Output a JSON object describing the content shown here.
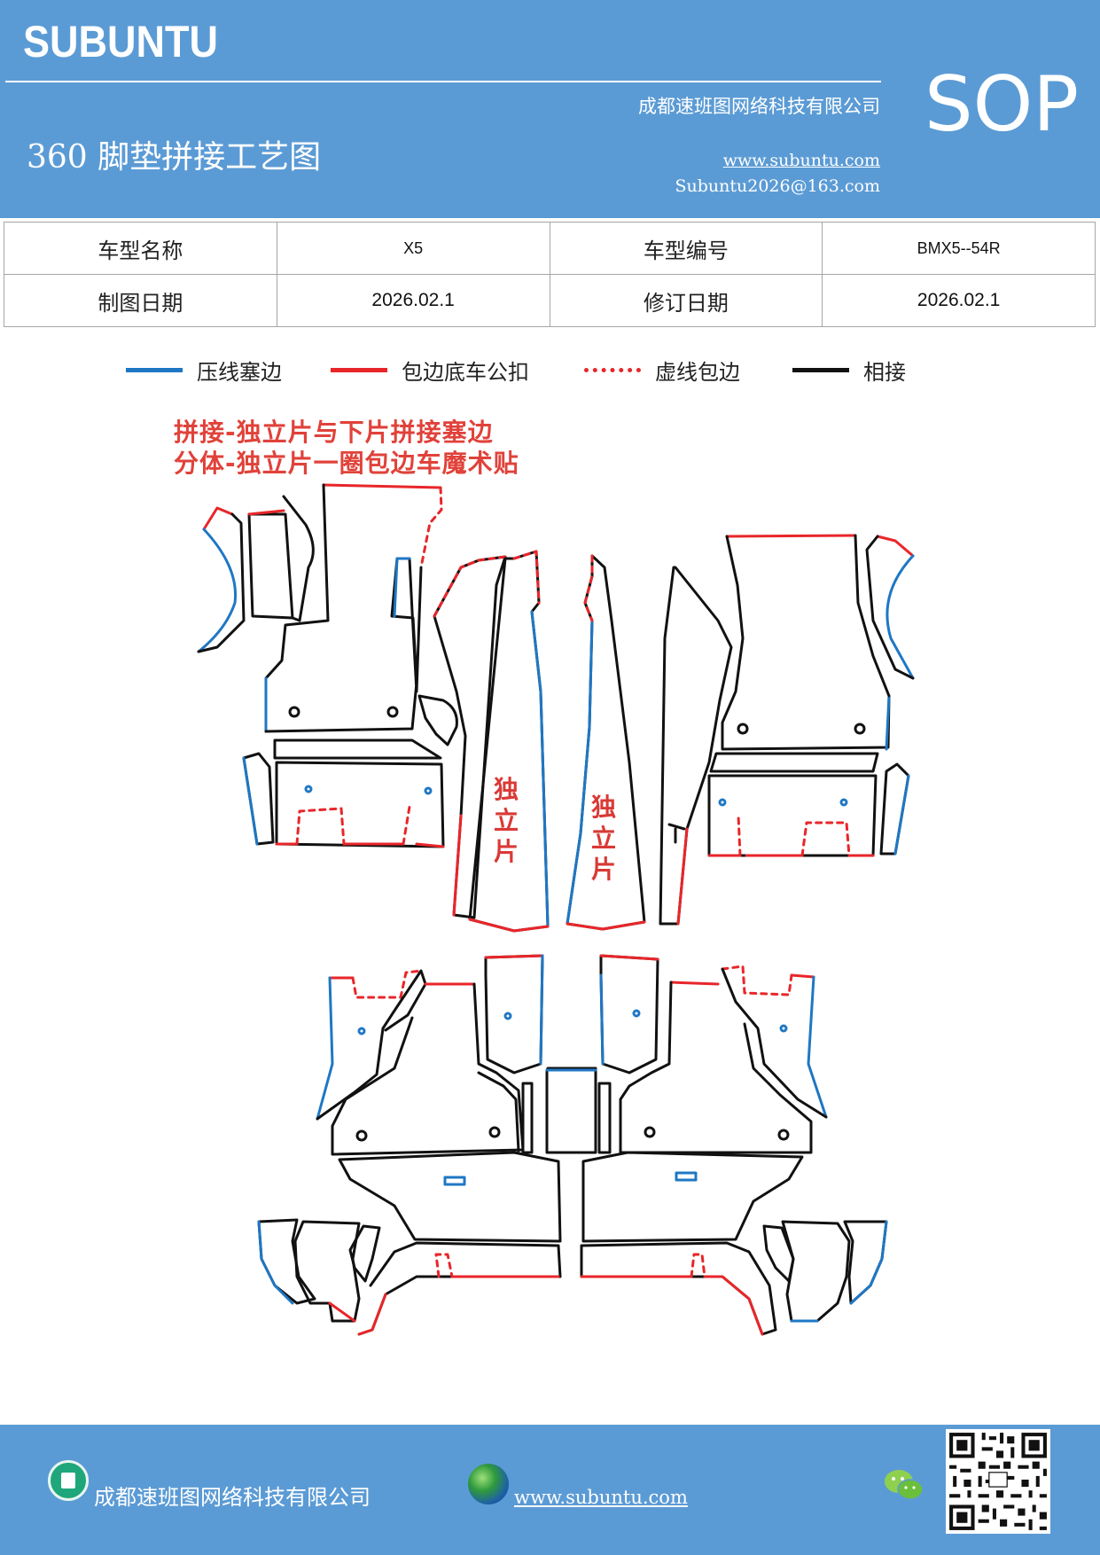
{
  "header": {
    "logo": "SUBUNTU",
    "company": "成都速班图网络科技有限公司",
    "title": "360 脚垫拼接工艺图",
    "website": "www.subuntu.com",
    "email": "Subuntu2026@163.com",
    "badge": "SOP"
  },
  "info_table": {
    "rows": [
      {
        "label1": "车型名称",
        "value1": "X5",
        "label2": "车型编号",
        "value2": "BMX5--54R"
      },
      {
        "label1": "制图日期",
        "value1": "2026.02.1",
        "label2": "修订日期",
        "value2": "2026.02.1"
      }
    ]
  },
  "legend": [
    {
      "label": "压线塞边",
      "color": "#1f77c4",
      "style": "solid"
    },
    {
      "label": "包边底车公扣",
      "color": "#e8262a",
      "style": "solid"
    },
    {
      "label": "虚线包边",
      "color": "#e8262a",
      "style": "dashed"
    },
    {
      "label": "相接",
      "color": "#111111",
      "style": "solid"
    }
  ],
  "notes": {
    "line1": "拼接-独立片与下片拼接塞边",
    "line2": "分体-独立片一圈包边车魔术贴"
  },
  "diagram": {
    "left_strip_label": [
      "独",
      "立",
      "片"
    ],
    "right_strip_label": [
      "独",
      "立",
      "片"
    ],
    "colors": {
      "blue": "#1f77c4",
      "red": "#e8262a",
      "black": "#111111"
    }
  },
  "footer": {
    "company": "成都速班图网络科技有限公司",
    "website": "www.subuntu.com "
  }
}
